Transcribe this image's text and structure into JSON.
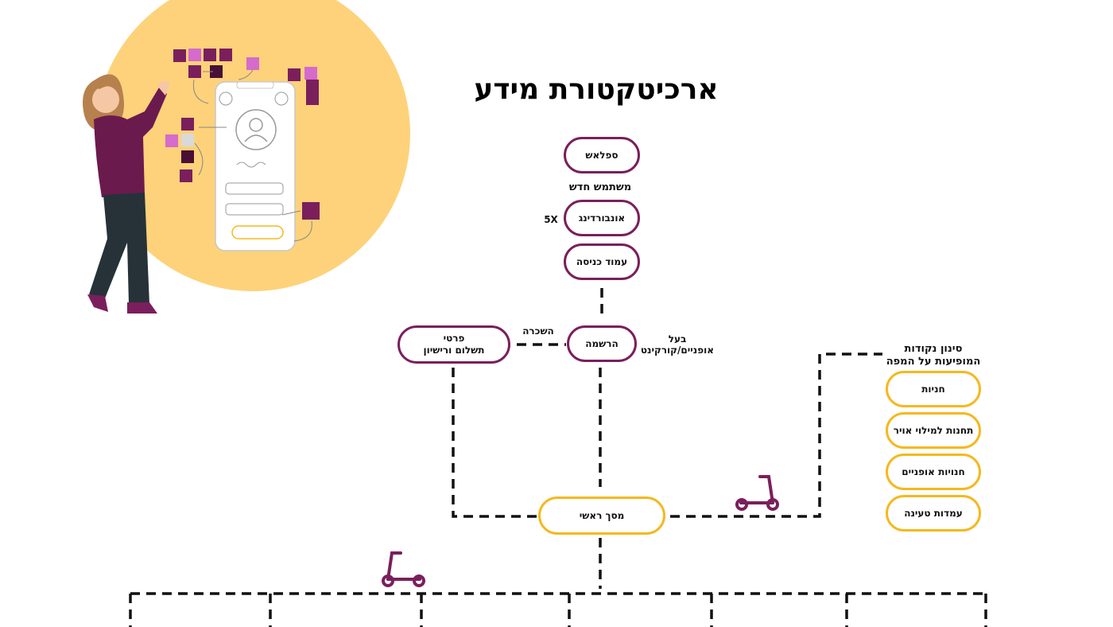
{
  "title": "ארכיטקטורת מידע",
  "nodes": {
    "splash": "ספלאש",
    "onboarding": "אונבורדינג",
    "login": "עמוד כניסה",
    "register": "הרשמה",
    "payment": "פרטי\nתשלום ורישיון",
    "main_screen": "מסך ראשי",
    "stores": "חניות",
    "air_stations": "תחנות למילוי אויר",
    "bike_stores": "חנויות אופניים",
    "charging": "עמדות טעינה"
  },
  "labels": {
    "new_user": "משתמש חדש",
    "times_5": "5X",
    "rental": "השכרה",
    "owner": "בעל\nאופניים/קורקינט",
    "filter": "סינון נקודות\nהמופיעות על המפה"
  },
  "colors": {
    "purple": "#7a1f5c",
    "yellow": "#f5b81f",
    "circle": "#fdd27a"
  },
  "icons": [
    "woman-illustration",
    "scooter-icon"
  ]
}
